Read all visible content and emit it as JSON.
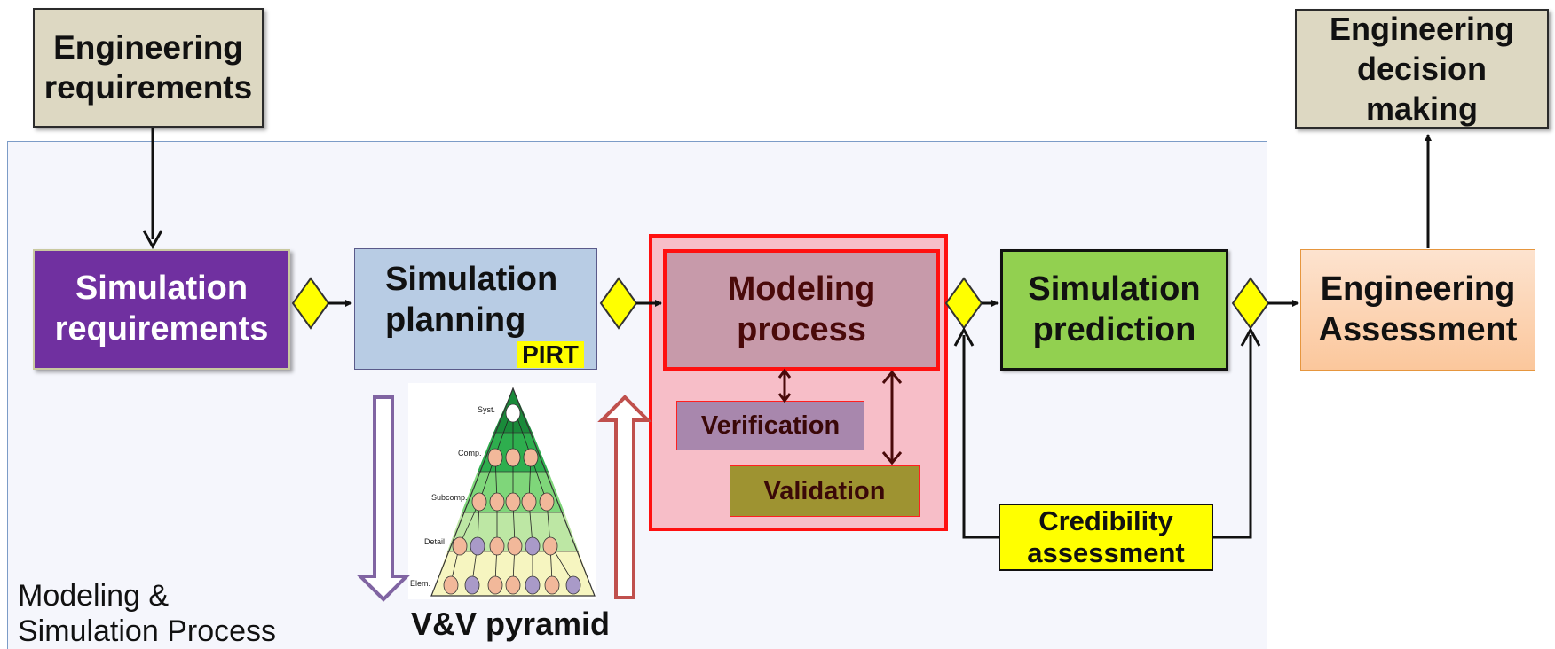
{
  "boxes": {
    "engineering_requirements": "Engineering requirements",
    "engineering_decision_making": "Engineering decision making",
    "simulation_requirements": "Simulation requirements",
    "simulation_planning": "Simulation planning",
    "pirt": "PIRT",
    "modeling_process": "Modeling process",
    "verification": "Verification",
    "validation": "Validation",
    "simulation_prediction": "Simulation prediction",
    "engineering_assessment": "Engineering Assessment",
    "credibility_assessment": "Credibility assessment"
  },
  "region_label_line1": "Modeling &",
  "region_label_line2": "Simulation Process",
  "pyramid": {
    "label": "V&V pyramid",
    "levels": [
      "Syst.",
      "Comp.",
      "Subcomp.",
      "Detail",
      "Elem."
    ]
  },
  "colors": {
    "purple": "#7030a0",
    "light_blue": "#b8cce4",
    "red": "#ff1010",
    "green": "#92d050",
    "yellow": "#ffff00",
    "tan": "#ddd8c2"
  }
}
